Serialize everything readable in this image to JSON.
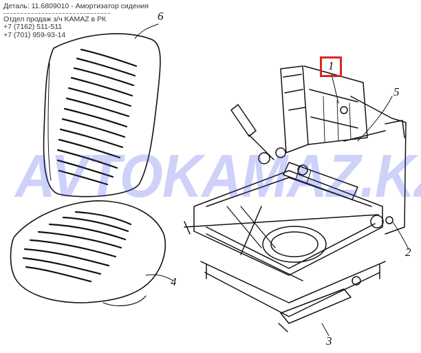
{
  "header": {
    "title": "Деталь: 11.6809010 - Амортизатор сидения",
    "divider": "----------------------------------------------------",
    "dept": "Отдел продаж з/ч KAMAZ в РК",
    "phone1": "+7 (7162) 511-511",
    "phone2": "+7 (701) 959-93-14"
  },
  "watermark": {
    "text": "AVTOKAMAZ.KZ",
    "color": "#2f3ee6"
  },
  "callouts": {
    "c1": "1",
    "c2": "2",
    "c3": "3",
    "c4": "4",
    "c5": "5",
    "c6": "6"
  },
  "highlight_color": "#e0241f"
}
